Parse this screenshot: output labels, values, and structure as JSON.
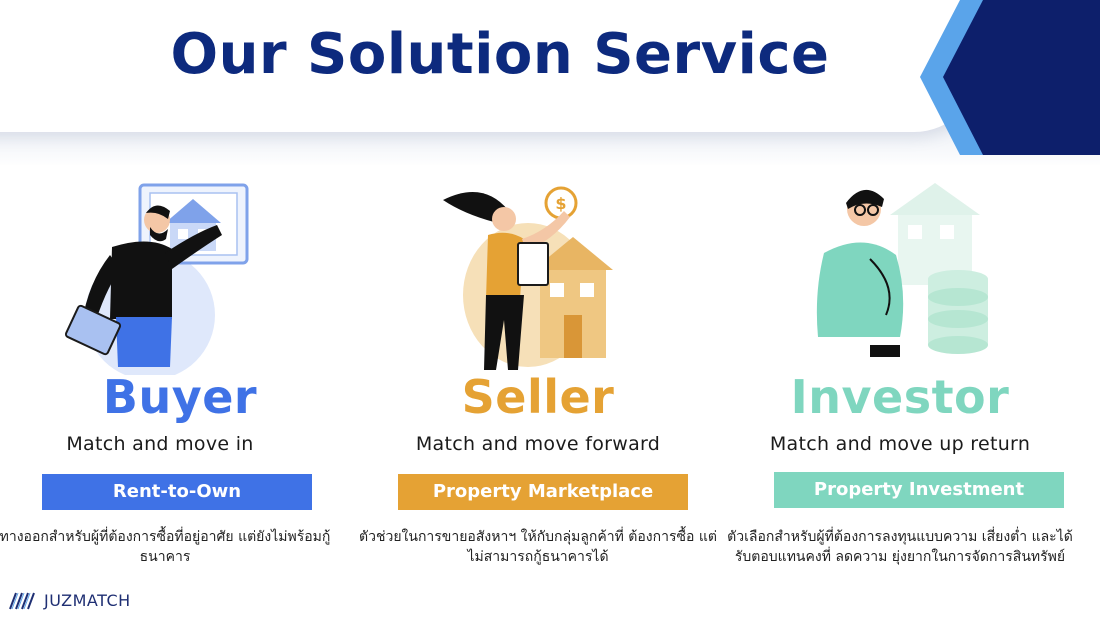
{
  "header": {
    "title": "Our Solution Service"
  },
  "columns": [
    {
      "heading": "Buyer",
      "tagline": "Match and move in",
      "ribbon": "Rent-to-Own",
      "description": "ทางออกสำหรับผู้ที่ต้องการซื้อที่อยู่อาศัย แต่ยังไม่พร้อมกู้ธนาคาร",
      "color": "#3f72e6"
    },
    {
      "heading": "Seller",
      "tagline": "Match and move forward",
      "ribbon": "Property Marketplace",
      "description": "ตัวช่วยในการขายอสังหาฯ ให้กับกลุ่มลูกค้าที่ ต้องการซื้อ แต่ไม่สามารถกู้ธนาคารได้",
      "color": "#e5a234"
    },
    {
      "heading": "Investor",
      "tagline": "Match and move up return",
      "ribbon": "Property Investment",
      "description": "ตัวเลือกสำหรับผู้ที่ต้องการลงทุนแบบความ เสี่ยงต่ำ และได้รับตอบแทนคงที่ ลดความ ยุ่งยากในการจัดการสินทรัพย์",
      "color": "#7fd6bf"
    }
  ],
  "logo": {
    "text": "JUZMATCH"
  },
  "icons": {
    "buyer_illustration": "person-pointing-at-house-icon",
    "seller_illustration": "woman-with-clipboard-and-house-icon",
    "investor_illustration": "man-thinking-with-coins-icon",
    "logo_mark": "juzmatch-logo-icon"
  },
  "colors": {
    "title": "#0d2a7e",
    "corner_dark": "#0d1f6b",
    "corner_light": "#5aa4ea"
  }
}
